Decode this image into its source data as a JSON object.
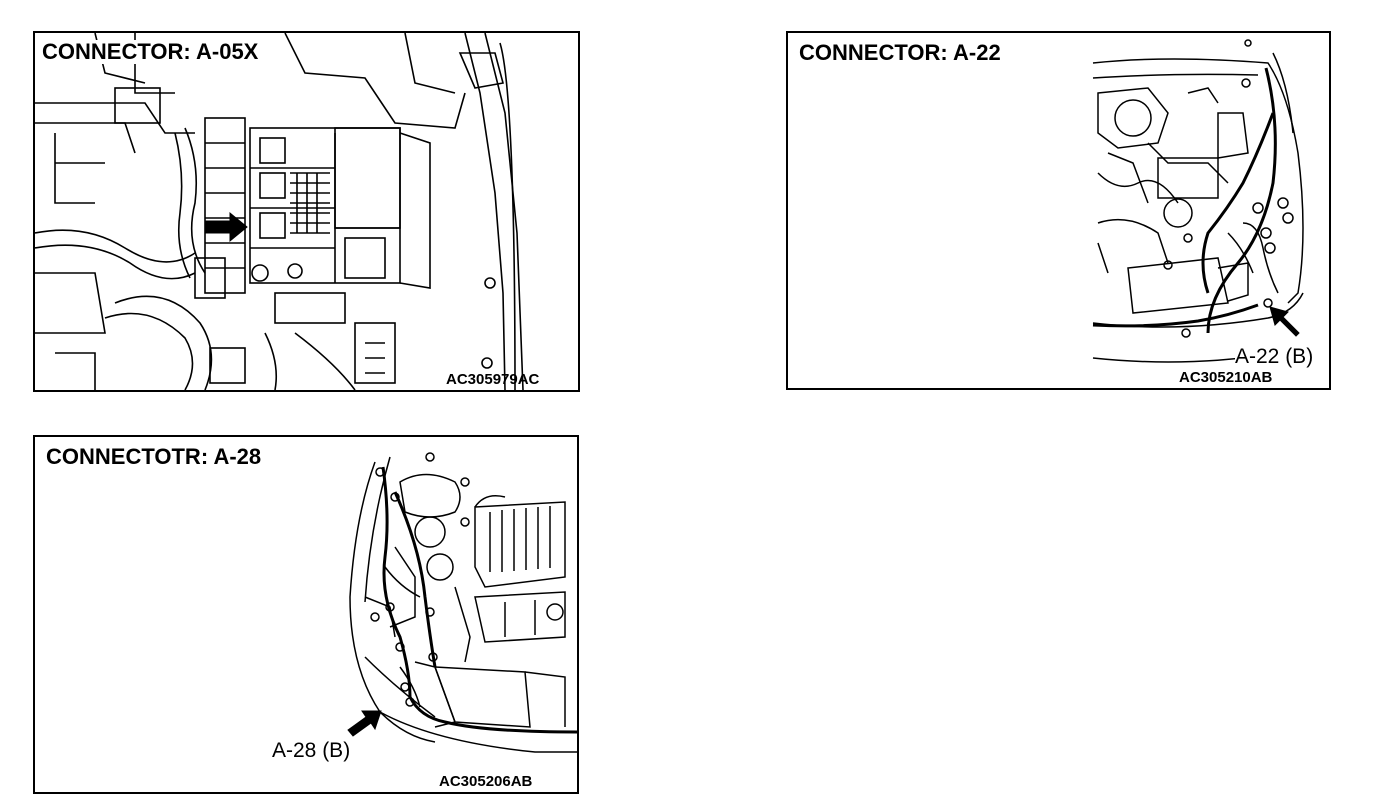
{
  "panels": [
    {
      "title": "CONNECTOR: A-05X",
      "code": "AC305979AC",
      "callout": ""
    },
    {
      "title": "CONNECTOR: A-22",
      "code": "AC305210AB",
      "callout": "A-22 (B)"
    },
    {
      "title": "CONNECTOTR: A-28",
      "code": "AC305206AB",
      "callout": "A-28 (B)"
    }
  ]
}
